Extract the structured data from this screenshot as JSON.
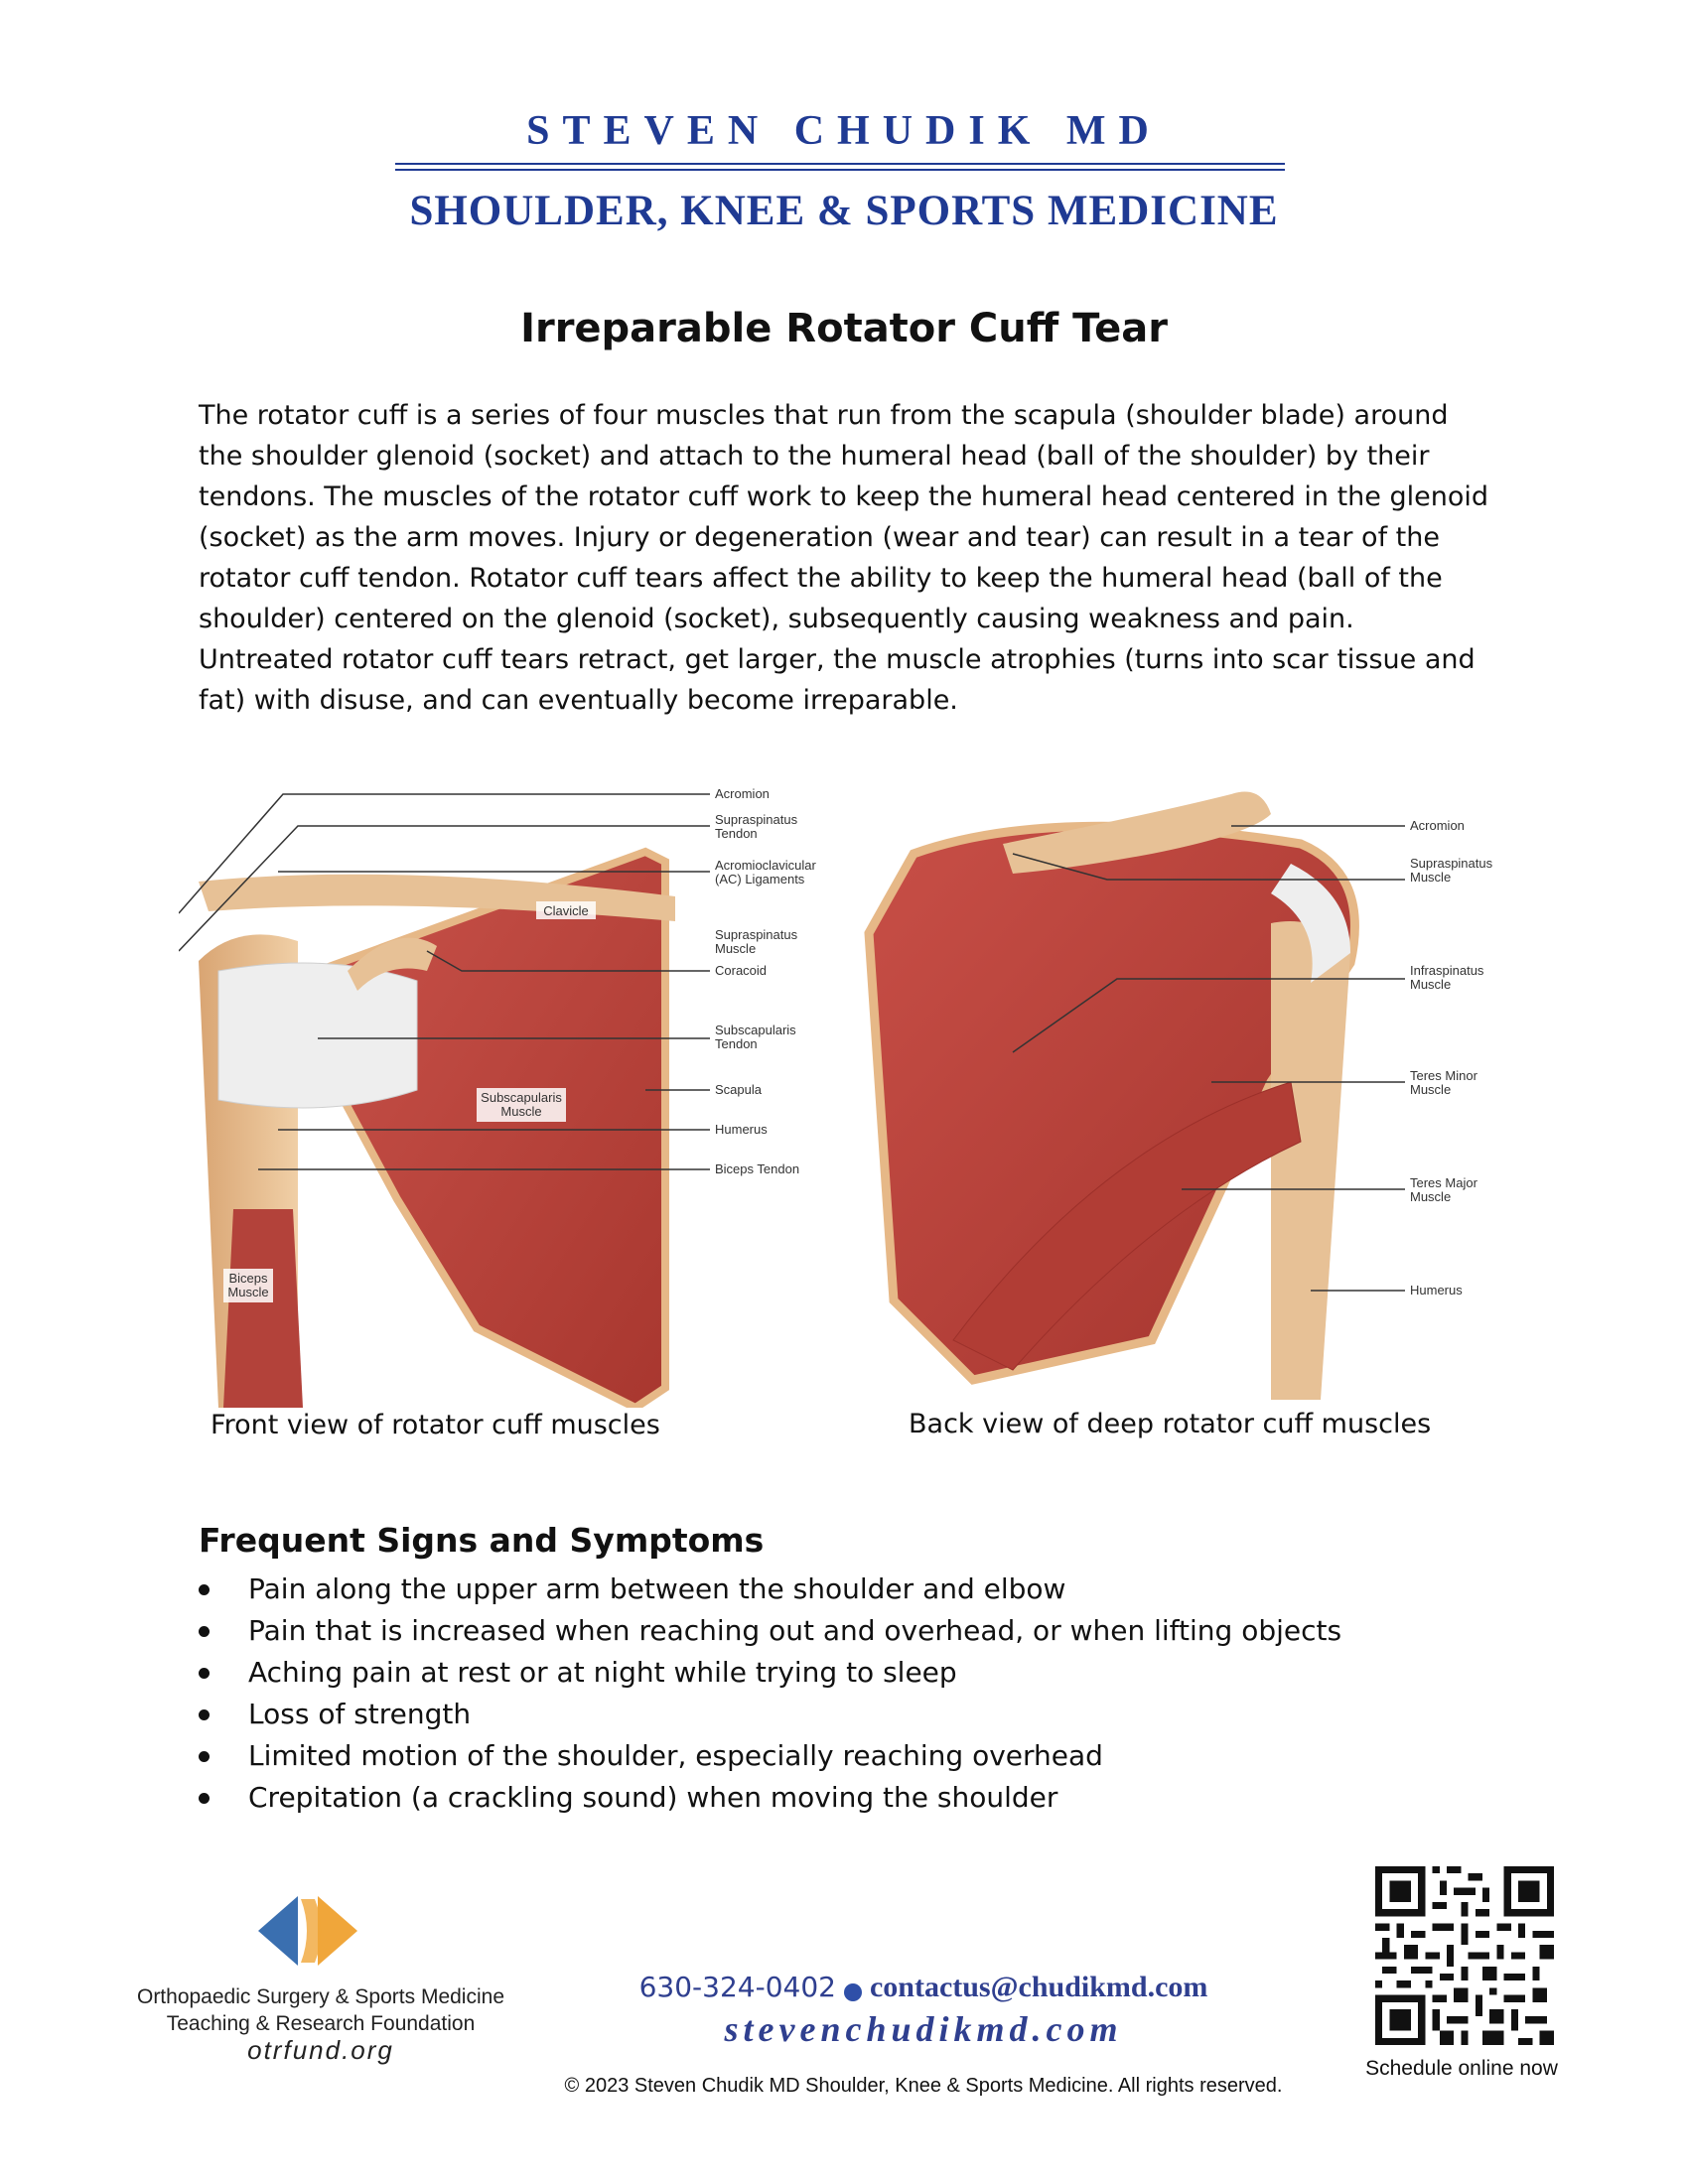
{
  "header": {
    "practice_name": "STEVEN CHUDIK MD",
    "tagline": "SHOULDER, KNEE & SPORTS MEDICINE"
  },
  "title": "Irreparable Rotator Cuff Tear",
  "intro": "The rotator cuff is a series of four muscles that run from the scapula (shoulder blade) around the shoulder glenoid (socket) and attach to the humeral head (ball of the shoulder) by their tendons. The muscles of the rotator cuff work to keep the humeral head centered in the glenoid (socket) as the arm moves. Injury or degeneration (wear and tear) can result in a tear of the rotator cuff tendon. Rotator cuff tears affect the ability to keep the humeral head (ball of the shoulder) centered on the glenoid (socket), subsequently causing weakness and pain. Untreated rotator cuff tears retract, get larger, the muscle atrophies (turns into scar tissue and fat) with disuse, and can eventually become irreparable.",
  "figures": {
    "front": {
      "caption": "Front view of rotator cuff muscles",
      "labels": {
        "acromion": "Acromion",
        "supra_tendon_1": "Supraspinatus",
        "supra_tendon_2": "Tendon",
        "ac_1": "Acromioclavicular",
        "ac_2": "(AC) Ligaments",
        "supra_muscle_1": "Supraspinatus",
        "supra_muscle_2": "Muscle",
        "coracoid": "Coracoid",
        "subscap_tendon_1": "Subscapularis",
        "subscap_tendon_2": "Tendon",
        "scapula": "Scapula",
        "humerus": "Humerus",
        "biceps_tendon": "Biceps Tendon",
        "clavicle": "Clavicle",
        "subscap_muscle_1": "Subscapularis",
        "subscap_muscle_2": "Muscle",
        "biceps_muscle_1": "Biceps",
        "biceps_muscle_2": "Muscle"
      }
    },
    "back": {
      "caption": "Back view of deep rotator cuff muscles",
      "labels": {
        "acromion": "Acromion",
        "supra_1": "Supraspinatus",
        "supra_2": "Muscle",
        "infra_1": "Infraspinatus",
        "infra_2": "Muscle",
        "teres_minor_1": "Teres Minor",
        "teres_minor_2": "Muscle",
        "teres_major_1": "Teres Major",
        "teres_major_2": "Muscle",
        "humerus": "Humerus"
      }
    }
  },
  "symptoms": {
    "heading": "Frequent Signs and Symptoms",
    "items": [
      "Pain along the upper arm between the shoulder and elbow",
      "Pain that is increased when reaching out and overhead, or when lifting objects",
      "Aching pain at rest or at night while trying to sleep",
      "Loss of strength",
      "Limited motion of the shoulder, especially reaching overhead",
      "Crepitation (a crackling sound) when moving the shoulder"
    ]
  },
  "footer": {
    "foundation_line1": "Orthopaedic Surgery & Sports Medicine",
    "foundation_line2": "Teaching & Research Foundation",
    "foundation_site": "otrfund.org",
    "phone": "630-324-0402",
    "email": "contactus@chudikmd.com",
    "website": "stevenchudikmd.com",
    "copyright": "© 2023 Steven Chudik MD Shoulder, Knee & Sports Medicine. All rights reserved.",
    "qr_caption": "Schedule online now"
  },
  "colors": {
    "brand_blue": "#1f3a93",
    "muscle_red": "#b8433a",
    "bone_tan": "#e4b88a"
  }
}
